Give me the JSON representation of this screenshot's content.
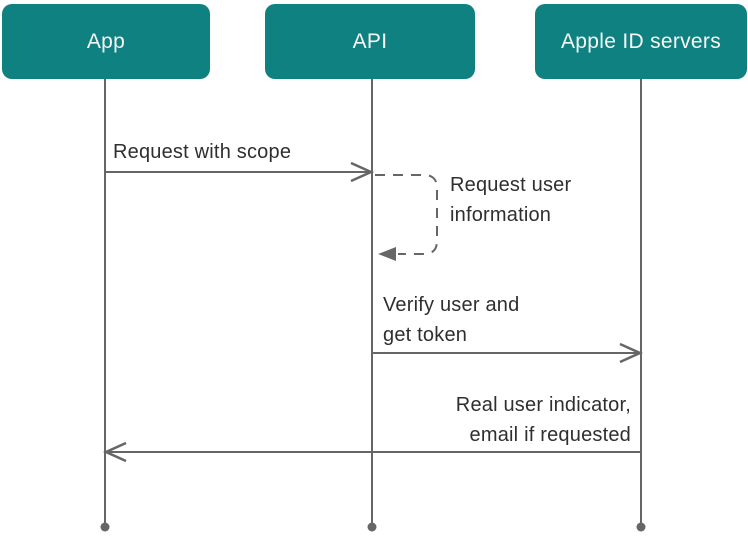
{
  "diagram": {
    "type": "sequence-diagram",
    "actors": [
      {
        "id": "app",
        "label": "App"
      },
      {
        "id": "api",
        "label": "API"
      },
      {
        "id": "apple",
        "label": "Apple ID servers"
      }
    ],
    "messages": [
      {
        "from": "App",
        "to": "API",
        "style": "solid",
        "label": "Request with scope",
        "lines": [
          "Request with scope"
        ]
      },
      {
        "from": "API",
        "to": "API",
        "style": "dashed-self-loop",
        "label": "Request user information",
        "lines": [
          "Request user",
          "information"
        ]
      },
      {
        "from": "API",
        "to": "Apple ID servers",
        "style": "solid",
        "label": "Verify user and get token",
        "lines": [
          "Verify user and",
          "get token"
        ]
      },
      {
        "from": "Apple ID servers",
        "to": "App",
        "style": "solid",
        "label": "Real user indicator, email if requested",
        "lines": [
          "Real user indicator,",
          "email if requested"
        ]
      }
    ],
    "colors": {
      "actor_fill": "#0E8180",
      "actor_text": "#F7F7F7",
      "line": "#666666",
      "label_text": "#2F2F2F",
      "background": "#FFFFFF"
    }
  }
}
